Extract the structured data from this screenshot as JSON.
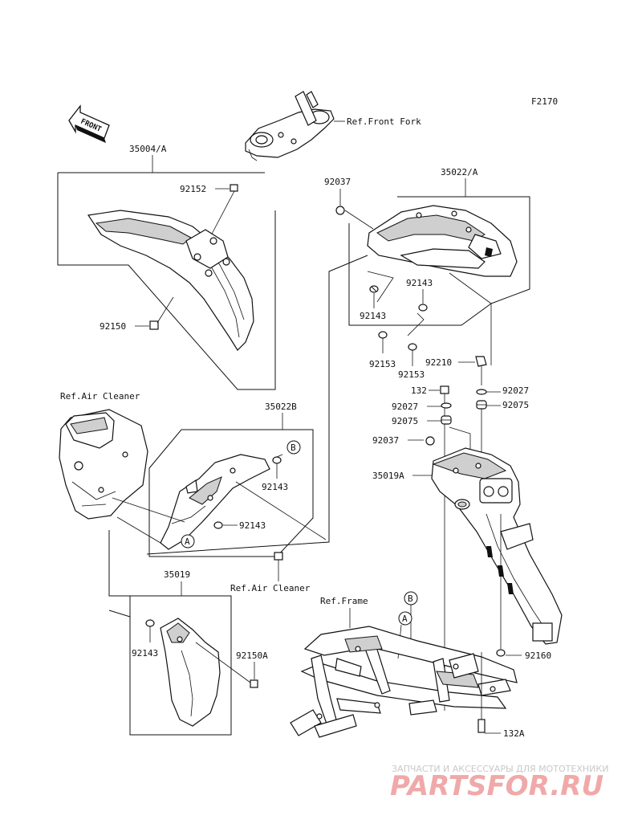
{
  "figure_code": "F2170",
  "front_label": "FRONT",
  "parts": {
    "p35004A": "35004/A",
    "p92152": "92152",
    "p92150": "92150",
    "p92037_top": "92037",
    "p35022A": "35022/A",
    "p92143_r1": "92143",
    "p92143_r2": "92143",
    "p92153_a": "92153",
    "p92153_b": "92153",
    "p92210": "92210",
    "p132": "132",
    "p92027_l": "92027",
    "p92027_r": "92027",
    "p92075_l": "92075",
    "p92075_r": "92075",
    "p92037_mid": "92037",
    "p35019A": "35019A",
    "p35022B": "35022B",
    "p92143_m1": "92143",
    "p92143_m2": "92143",
    "p35019": "35019",
    "p92143_b": "92143",
    "p92150A": "92150A",
    "p92160": "92160",
    "p132A": "132A"
  },
  "refs": {
    "front_fork": "Ref.Front Fork",
    "air_cleaner_top": "Ref.Air Cleaner",
    "air_cleaner_bottom": "Ref.Air Cleaner",
    "frame": "Ref.Frame"
  },
  "callouts": {
    "a1": "A",
    "a2": "A",
    "b1": "B",
    "b2": "B"
  },
  "watermark": {
    "tagline": "ЗАПЧАСТИ И АКСЕССУАРЫ ДЛЯ МОТОТЕХНИКИ",
    "brand": "PARTSFOR.RU"
  }
}
